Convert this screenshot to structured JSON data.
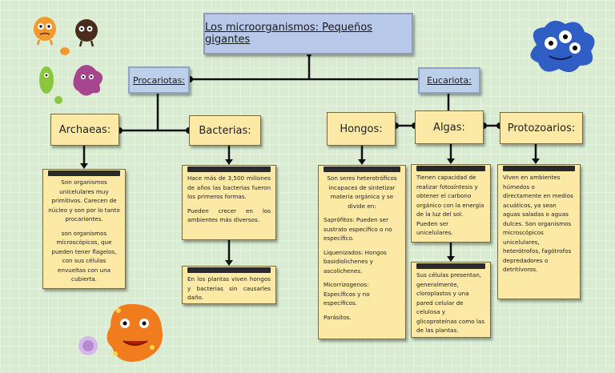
{
  "title": "Los microorganismos: Pequeños gigantes",
  "categories": {
    "procariotas": "Procariotas:",
    "eucariota": "Eucariota:"
  },
  "groups": {
    "archaeas": "Archaeas:",
    "bacterias": "Bacterias:",
    "hongos": "Hongos:",
    "algas": "Algas:",
    "protozoarios": "Protozoarios:"
  },
  "descriptions": {
    "archaeas": [
      "Son organismos unicelulares muy primitivos. Carecen de núcleo y son por lo tanto procariontes.",
      "son organismos microscópicos, que pueden tener flagelos, con sus células envueltas con una cubierta."
    ],
    "bacterias_1": [
      "Hace más de 3,500 millones de años las bacterias fueron los primeros formas.",
      "Pueden crecer en los ambientes más diversos."
    ],
    "bacterias_2": [
      "En los plantas viven hongos y bacterias sin causarles daño."
    ],
    "hongos": [
      "Son seres heterotróficos incapaces de sintetizar materia orgánica y se divide en:",
      "Saprófitos: Pueden ser sustrato específico o no específico.",
      "Liquenizados: Hongos basidiolichenes y ascolichenes.",
      "Micorrizogenos: Específicos y no específicos.",
      "Parásitos."
    ],
    "algas_1": [
      "Tienen capacidad de realizar fotosíntesis y obtener el carbono orgánico con la energía de la luz del sol. Pueden ser unicelulares."
    ],
    "algas_2": [
      "Sus células presentan, generalmente, cloroplastos y una pared celular de celulosa y glicoproteínas como las de las plantas."
    ],
    "protozoarios": [
      "Viven en ambientes húmedos o directamente en medios acuáticos, ya sean aguas saladas o aguas dulces. Son organismos microscópicos unicelulares, heterótrofos, fagótrofos depredadores o detritívoros."
    ]
  },
  "colors": {
    "yellow_box": "#fde9a6",
    "blue_box": "#bcd0ea",
    "background": "#d9ecd2"
  }
}
